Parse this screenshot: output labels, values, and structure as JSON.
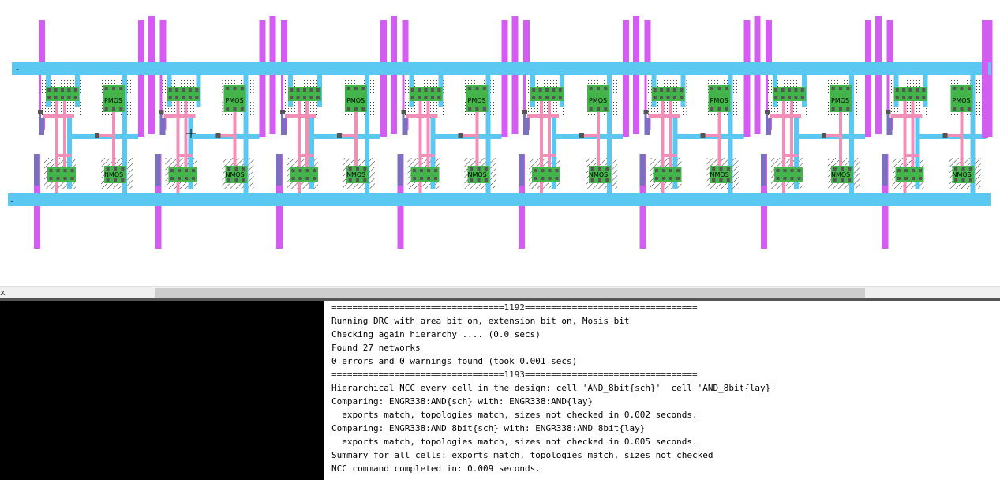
{
  "layout_view": {
    "cell_count": 8,
    "pmos_label": "PMOS",
    "nmos_label": "NMOS",
    "power_rail_label": "-",
    "ground_rail_label": "-",
    "colors": {
      "metal1": "#5ac8f0",
      "metal2": "#d55cf2",
      "poly": "#f28fb8",
      "active": "#6fd36f",
      "contact_pad": "#42b44a",
      "contact": "#555555",
      "well_export": "#7b6fc0"
    }
  },
  "scrollbar": {
    "edge_glyph": "x"
  },
  "messages": {
    "lines": [
      "=================================1192=================================",
      "Running DRC with area bit on, extension bit on, Mosis bit",
      "Checking again hierarchy .... (0.0 secs)",
      "Found 27 networks",
      "0 errors and 0 warnings found (took 0.001 secs)",
      "=================================1193=================================",
      "Hierarchical NCC every cell in the design: cell 'AND_8bit{sch}'  cell 'AND_8bit{lay}'",
      "Comparing: ENGR338:AND{sch} with: ENGR338:AND{lay}",
      "  exports match, topologies match, sizes not checked in 0.002 seconds.",
      "Comparing: ENGR338:AND_8bit{sch} with: ENGR338:AND_8bit{lay}",
      "  exports match, topologies match, sizes not checked in 0.005 seconds.",
      "Summary for all cells: exports match, topologies match, sizes not checked",
      "NCC command completed in: 0.009 seconds."
    ]
  }
}
